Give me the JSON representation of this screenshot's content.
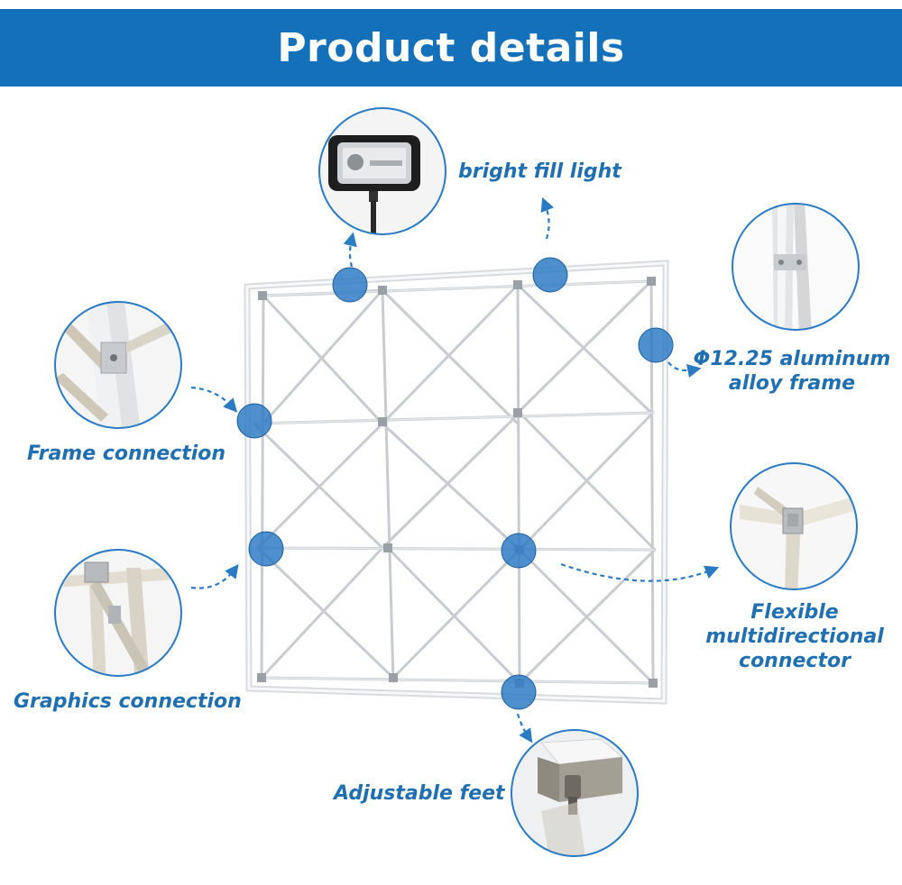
{
  "header": {
    "title": "Product details"
  },
  "callouts": {
    "fill_light": "bright fill light",
    "frame_line1": "Φ12.25 aluminum",
    "frame_line2": "alloy frame",
    "frame_connection": "Frame connection",
    "graphics_connection": "Graphics connection",
    "connector_line1": "Flexible",
    "connector_line2": "multidirectional",
    "connector_line3": "connector",
    "feet": "Adjustable feet"
  },
  "colors": {
    "banner": "#1470b8",
    "label_text": "#1f6fb1",
    "marker_fill": "#2f7bc6",
    "detail_ring": "#2a7bc4"
  }
}
